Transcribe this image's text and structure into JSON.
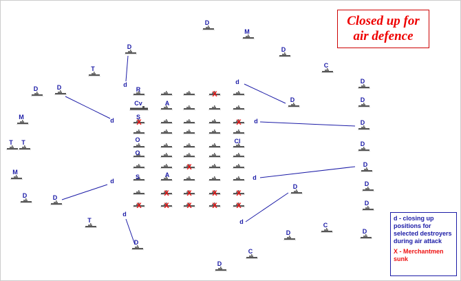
{
  "title": {
    "line1": "Closed up for",
    "line2": "air defence"
  },
  "legend": {
    "d_text": "d - closing up positions for selected destroyers during air attack",
    "x_text": "X - Merchantmen sunk"
  },
  "marks": {
    "d_upper": "D",
    "d_lower": "d",
    "m": "M",
    "t": "T",
    "c": "C",
    "r": "R",
    "cv": "Cv",
    "a": "A",
    "s": "S",
    "o": "O",
    "cl": "Cl",
    "x": "X"
  },
  "colors": {
    "label_blue": "#1a1aa6",
    "sunk_red": "#ee1111",
    "title_red": "#ee0000"
  }
}
